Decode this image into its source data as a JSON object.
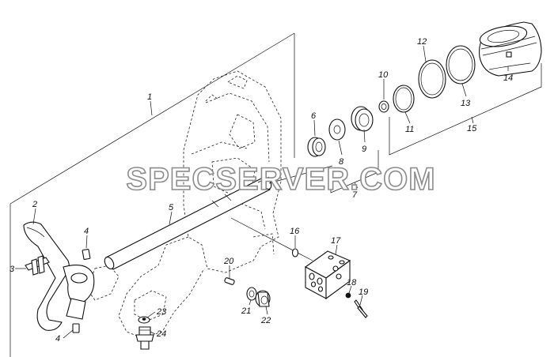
{
  "watermark": "SPECSERVER.COM",
  "callouts": [
    {
      "id": "c1",
      "text": "1"
    },
    {
      "id": "c2",
      "text": "2"
    },
    {
      "id": "c3",
      "text": "3"
    },
    {
      "id": "c4a",
      "text": "4"
    },
    {
      "id": "c4b",
      "text": "4"
    },
    {
      "id": "c5",
      "text": "5"
    },
    {
      "id": "c6",
      "text": "6"
    },
    {
      "id": "c7",
      "text": "7"
    },
    {
      "id": "c8",
      "text": "8"
    },
    {
      "id": "c9",
      "text": "9"
    },
    {
      "id": "c10",
      "text": "10"
    },
    {
      "id": "c11",
      "text": "11"
    },
    {
      "id": "c12",
      "text": "12"
    },
    {
      "id": "c13",
      "text": "13"
    },
    {
      "id": "c14",
      "text": "14"
    },
    {
      "id": "c15",
      "text": "15"
    },
    {
      "id": "c16",
      "text": "16"
    },
    {
      "id": "c17",
      "text": "17"
    },
    {
      "id": "c18",
      "text": "18"
    },
    {
      "id": "c19",
      "text": "19"
    },
    {
      "id": "c20",
      "text": "20"
    },
    {
      "id": "c21",
      "text": "21"
    },
    {
      "id": "c22",
      "text": "22"
    },
    {
      "id": "c23",
      "text": "23"
    },
    {
      "id": "c24",
      "text": "24"
    }
  ]
}
